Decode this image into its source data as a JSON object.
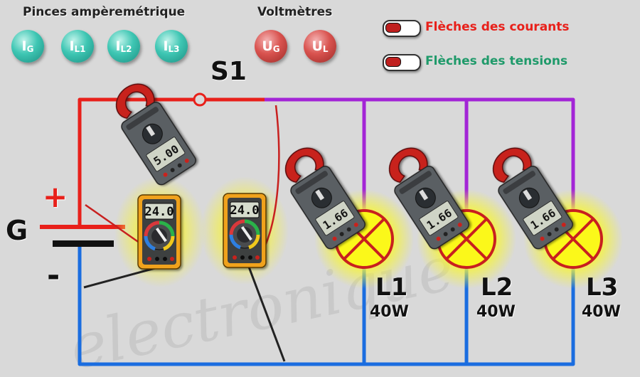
{
  "headers": {
    "clamps": "Pinces ampèremétrique",
    "voltmeters": "Voltmètres"
  },
  "clamp_buttons": [
    {
      "main": "I",
      "sub": "G"
    },
    {
      "main": "I",
      "sub": "L1"
    },
    {
      "main": "I",
      "sub": "L2"
    },
    {
      "main": "I",
      "sub": "L3"
    }
  ],
  "volt_buttons": [
    {
      "main": "U",
      "sub": "G"
    },
    {
      "main": "U",
      "sub": "L"
    }
  ],
  "toggles": {
    "currents": "Flèches des courants",
    "voltages": "Flèches des tensions"
  },
  "colors": {
    "currents": "#e8201a",
    "voltages": "#1f9a6a",
    "positive": "#e8201a",
    "neutral": "#1a6de0",
    "switched": "#a325d6"
  },
  "switch_label": "S1",
  "generator": {
    "label": "G",
    "plus": "+",
    "minus": "-"
  },
  "clamp_readings": {
    "main": "5.00",
    "lamp": "1.66"
  },
  "voltmeter_readings": [
    "24.0",
    "24.0"
  ],
  "lamps": [
    {
      "name": "L1",
      "power": "40W"
    },
    {
      "name": "L2",
      "power": "40W"
    },
    {
      "name": "L3",
      "power": "40W"
    }
  ],
  "watermark": "electronique"
}
